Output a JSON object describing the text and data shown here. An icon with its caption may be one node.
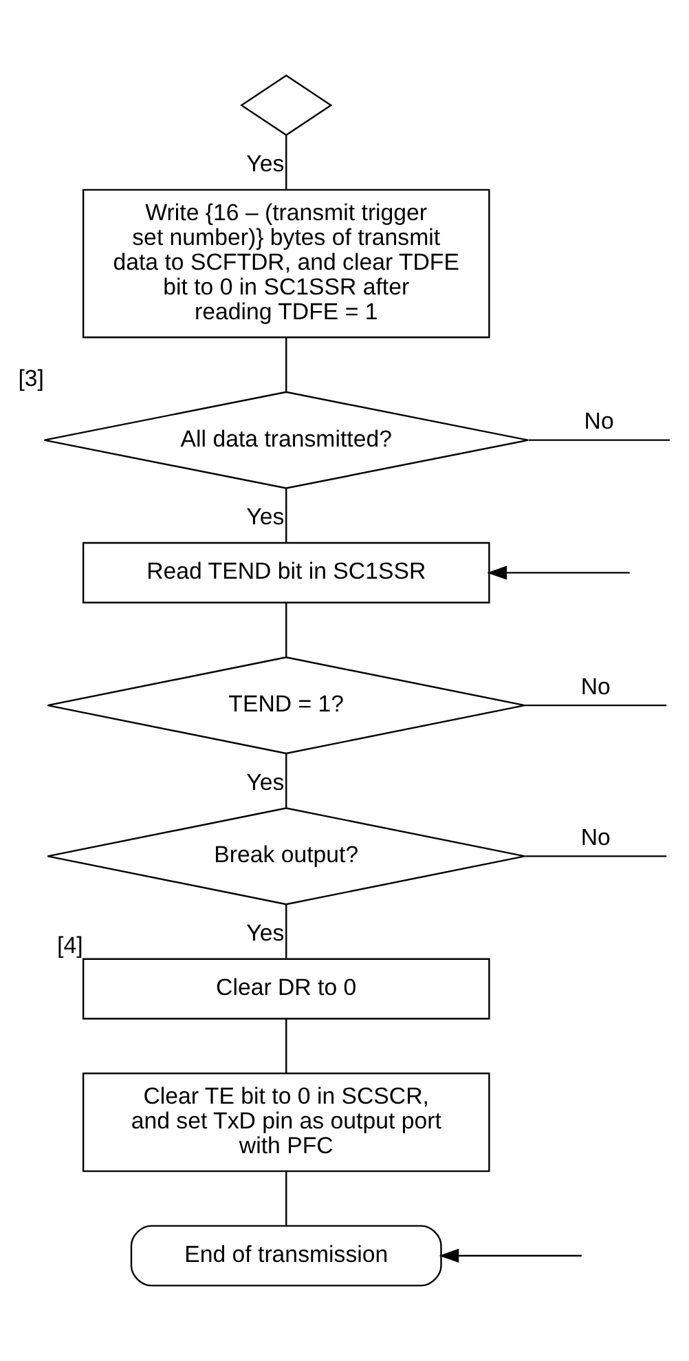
{
  "diagram": {
    "nodes": [
      {
        "text": [],
        "shape": "diamond"
      },
      {
        "text": [
          "Write {16 – (transmit trigger set number)} bytes of transmit data to SCFTDR, and clear TDFE bit to 0 in SC1SSR after reading TDFE = 1"
        ]
      },
      {
        "text": [
          "All data transmitted?"
        ],
        "beside": [
          "[3]"
        ]
      },
      {
        "text": [
          "Read TEND bit in SC1SSR"
        ]
      },
      {
        "text": [
          "TEND = 1?"
        ]
      },
      {
        "text": [
          "Break output?"
        ]
      },
      {
        "text": [
          "Clear DR to 0"
        ],
        "beside": [
          "[4]"
        ]
      },
      {
        "text": [
          "Clear TE bit to 0 in SCSCR, and set TxD pin as output port with PFC"
        ]
      },
      {
        "text": [
          "End of transmission"
        ]
      }
    ],
    "edges": [
      {
        "from": 0,
        "to": 1,
        "arrow": "none",
        "label": "Yes"
      },
      {
        "from": 1,
        "to": 2,
        "arrow": "none"
      },
      {
        "from": 2,
        "to": null,
        "arrow": "none",
        "label": "No"
      },
      {
        "from": 2,
        "to": 3,
        "arrow": "none",
        "label": "Yes"
      },
      {
        "from": null,
        "to": 3,
        "arrow": "to"
      },
      {
        "from": 3,
        "to": 4,
        "arrow": "none"
      },
      {
        "from": 4,
        "to": null,
        "arrow": "none",
        "label": "No"
      },
      {
        "from": 4,
        "to": 5,
        "arrow": "none",
        "label": "Yes"
      },
      {
        "from": 5,
        "to": null,
        "arrow": "none",
        "label": "No"
      },
      {
        "from": 5,
        "to": 6,
        "arrow": "none",
        "label": "Yes"
      },
      {
        "from": 6,
        "to": 7,
        "arrow": "none"
      },
      {
        "from": 7,
        "to": 8,
        "arrow": "none"
      },
      {
        "from": null,
        "to": 8,
        "arrow": "to"
      }
    ]
  }
}
